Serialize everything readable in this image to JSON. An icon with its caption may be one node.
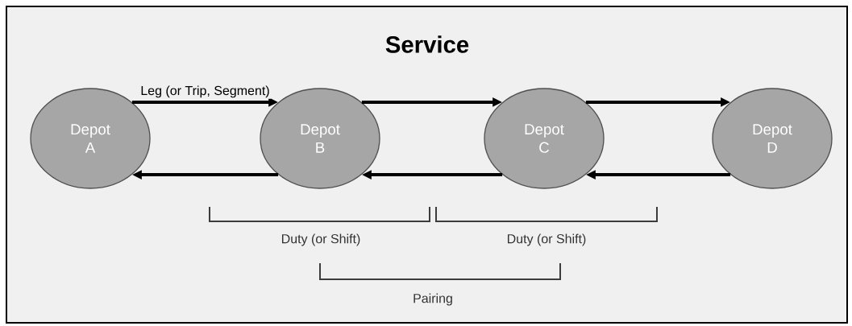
{
  "diagram": {
    "title": "Service",
    "nodes": [
      {
        "text": [
          "Depot A"
        ]
      },
      {
        "text": [
          "Depot B"
        ]
      },
      {
        "text": [
          "Depot C"
        ]
      },
      {
        "text": [
          "Depot D"
        ]
      }
    ],
    "edges": [
      {
        "from": 0,
        "to": 1,
        "arrow": "to",
        "label": "Leg (or Trip, Segment)"
      },
      {
        "from": 1,
        "to": 2,
        "arrow": "to"
      },
      {
        "from": 2,
        "to": 3,
        "arrow": "to"
      },
      {
        "from": 3,
        "to": 2,
        "arrow": "to"
      },
      {
        "from": 2,
        "to": 1,
        "arrow": "to"
      },
      {
        "from": 1,
        "to": 0,
        "arrow": "to"
      }
    ],
    "labels": [
      "Duty (or Shift)",
      "Duty (or Shift)",
      "Pairing"
    ]
  }
}
